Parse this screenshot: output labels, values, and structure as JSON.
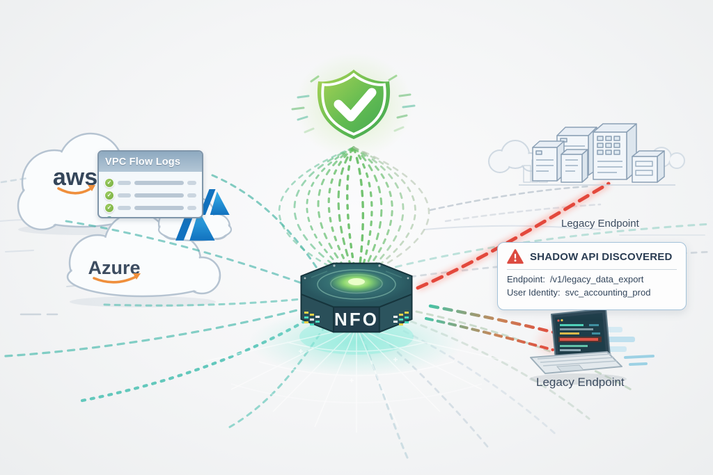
{
  "diagram": {
    "shield": {
      "icon": "shield-checkmark"
    },
    "sources": {
      "aws": {
        "label": "aws"
      },
      "azure": {
        "label": "Azure"
      },
      "vpc_panel": {
        "title": "VPC Flow Logs",
        "row_count": 4
      }
    },
    "device": {
      "label": "NFO"
    },
    "alert": {
      "title": "SHADOW API DISCOVERED",
      "endpoint_label": "Endpoint:",
      "endpoint_value": "/v1/legacy_data_export",
      "identity_label": "User Identity:",
      "identity_value": "svc_accounting_prod"
    },
    "endpoints": {
      "buildings_label": "Legacy Endpoint",
      "laptop_label": "Legacy Endpoint"
    }
  },
  "icons": {
    "row_check": "✓",
    "warning_triangle": "⚠",
    "shield_check": "✓"
  },
  "colors": {
    "shield_green_light": "#aed454",
    "shield_green_dark": "#3fa653",
    "flow_green": "#5ab958",
    "flow_teal": "#45bcae",
    "alert_red": "#e0463c",
    "aws_orange": "#ef8f3c",
    "azure_blue": "#2b9fe0",
    "device_teal": "#2a525c",
    "cloud_outline": "#b5c3d1",
    "text_dark": "#34465a"
  }
}
